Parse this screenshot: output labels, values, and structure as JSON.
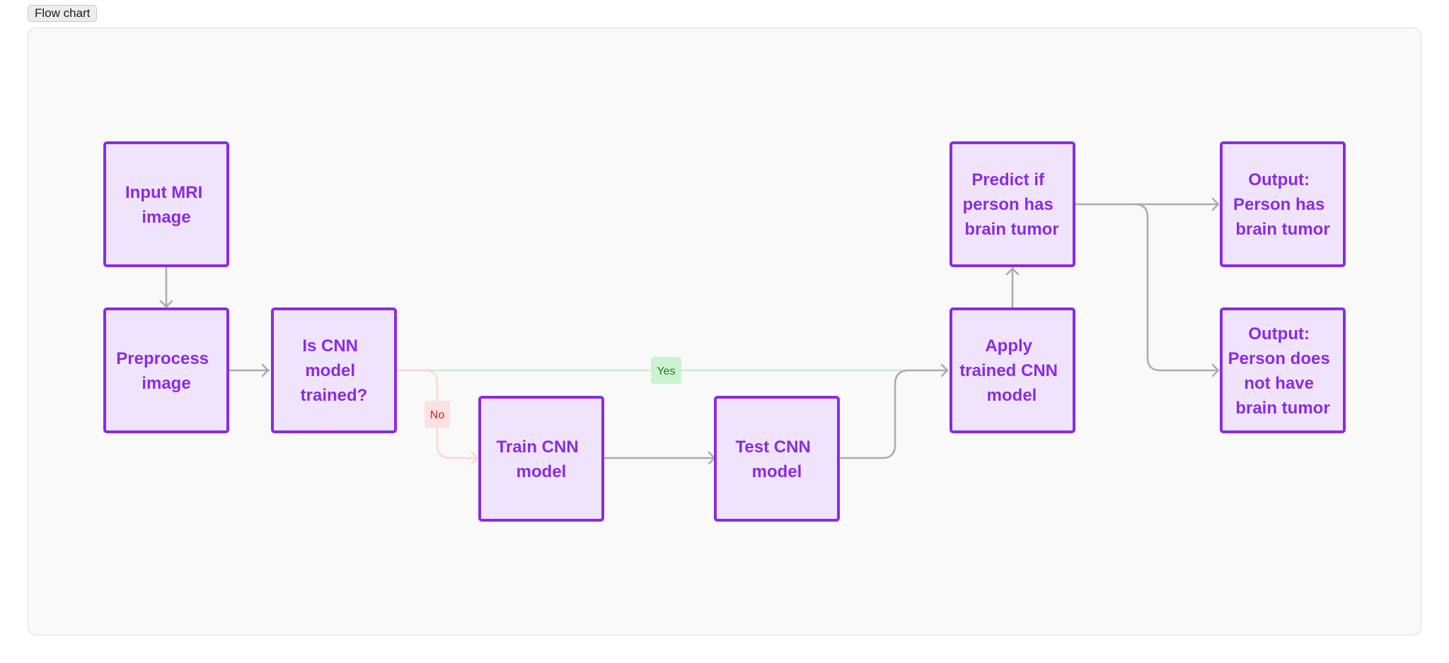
{
  "toolbar": {
    "tab_label": "Flow chart"
  },
  "nodes": {
    "input": [
      "Input MRI",
      "image"
    ],
    "preprocess": [
      "Preprocess",
      "image"
    ],
    "decision": [
      "Is CNN",
      "model",
      "trained?"
    ],
    "train": [
      "Train CNN",
      "model"
    ],
    "test": [
      "Test CNN",
      "model"
    ],
    "apply": [
      "Apply",
      "trained CNN",
      "model"
    ],
    "predict": [
      "Predict if",
      "person has",
      "brain tumor"
    ],
    "output_yes": [
      "Output:",
      "Person has",
      "brain tumor"
    ],
    "output_no": [
      "Output:",
      "Person does",
      "not have",
      "brain tumor"
    ]
  },
  "edge_labels": {
    "yes": "Yes",
    "no": "No"
  },
  "colors": {
    "node_fill": "#f0e4fc",
    "node_border": "#8a2be2",
    "node_text": "#8a2be2",
    "edge": "#ababab",
    "yes_edge": "#c9ecc9",
    "yes_label_bg": "#ccf2d2",
    "no_edge": "#fbd7d7",
    "no_label_bg": "#fde0e0"
  }
}
